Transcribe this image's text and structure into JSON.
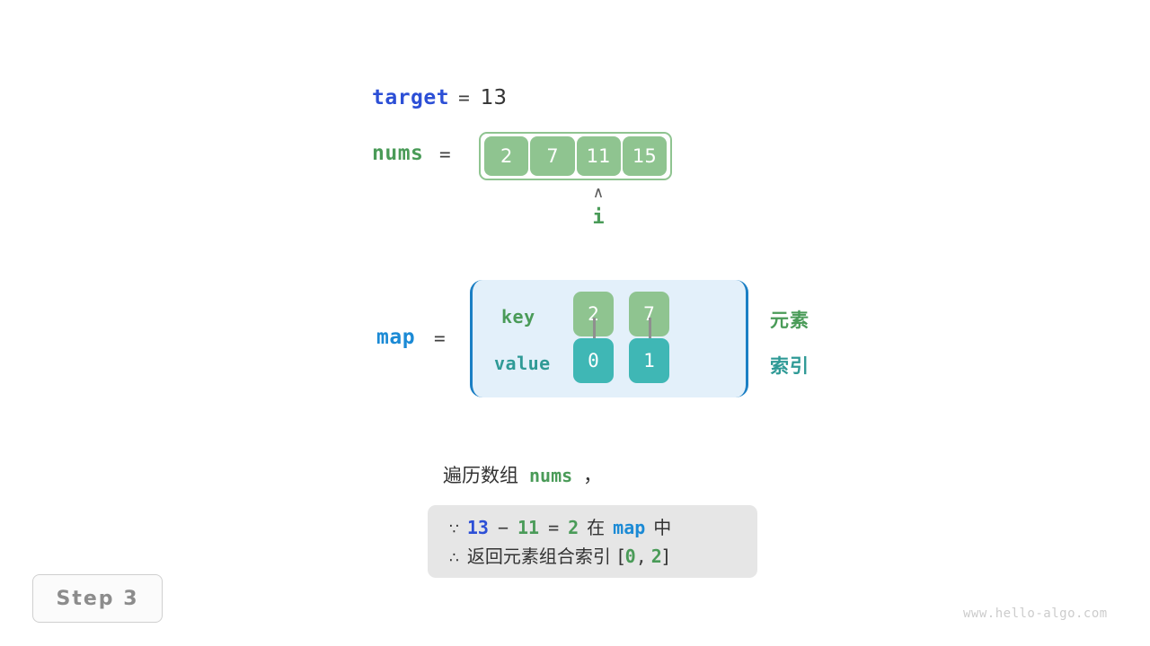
{
  "target": {
    "name": "target",
    "equals": "=",
    "value": "13"
  },
  "nums": {
    "name": "nums",
    "equals": "=",
    "cells": [
      "2",
      "7",
      "11",
      "15"
    ],
    "pointer": {
      "caret": "∧",
      "label": "i",
      "at_index": 2
    }
  },
  "map": {
    "name": "map",
    "equals": "=",
    "key_label": "key",
    "value_label": "value",
    "keys": [
      "2",
      "7"
    ],
    "values": [
      "0",
      "1"
    ],
    "annotations": {
      "element": "元素",
      "index": "索引"
    }
  },
  "caption": {
    "prefix": "遍历数组",
    "code": "nums",
    "suffix": "，"
  },
  "reason": {
    "line1": {
      "symbol": "∵",
      "a": "13",
      "minus": "−",
      "b": "11",
      "eq": "=",
      "c": "2",
      "cn": "在",
      "map": "map",
      "cn2": "中"
    },
    "line2": {
      "symbol": "∴",
      "cn": "返回元素组合索引",
      "bracket_open": "[",
      "i0": "0",
      "comma": ",",
      "i1": "2",
      "bracket_close": "]"
    }
  },
  "step_badge": "Step 3",
  "watermark": "www.hello-algo.com",
  "colors": {
    "var_blue": "#2c4fd6",
    "map_blue": "#1b8ad5",
    "green": "#4a9b58",
    "cell_green": "#8fc490",
    "teal": "#3fb7b5",
    "teal_text": "#2f9a96",
    "map_bg": "#e3f0fa",
    "map_border": "#1b7fc4",
    "reason_bg": "#e6e6e6",
    "badge_text": "#8c8c8c",
    "watermark": "#cccccc",
    "arrow_gray": "#8f8f8f"
  }
}
